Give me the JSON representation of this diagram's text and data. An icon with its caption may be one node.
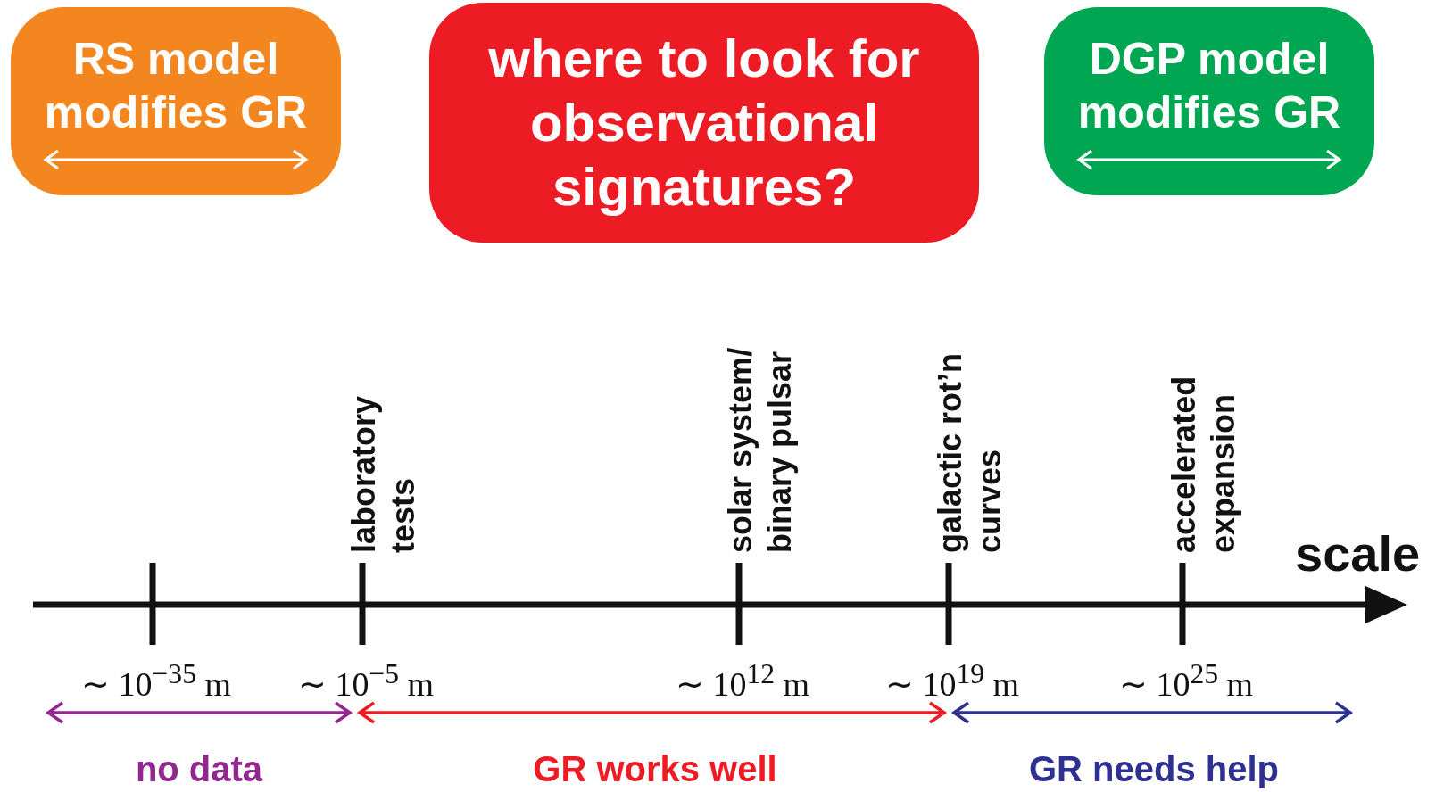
{
  "diagram": {
    "nodes": [
      {
        "text": [
          "RS model modifies GR"
        ]
      },
      {
        "text": [
          "where to look for observational signatures?"
        ]
      },
      {
        "text": [
          "DGP model modifies GR"
        ]
      }
    ],
    "labels": [
      "laboratory tests",
      "solar system/ binary pulsar",
      "galactic rot’n curves",
      "accelerated expansion",
      "scale",
      "∼ 10$^{−35}$ m",
      "∼ 10$^{−5}$ m",
      "∼ 10$^{12}$ m",
      "∼ 10$^{19}$ m",
      "∼ 10$^{25}$ m",
      "no data",
      "GR works well",
      "GR needs help"
    ]
  }
}
